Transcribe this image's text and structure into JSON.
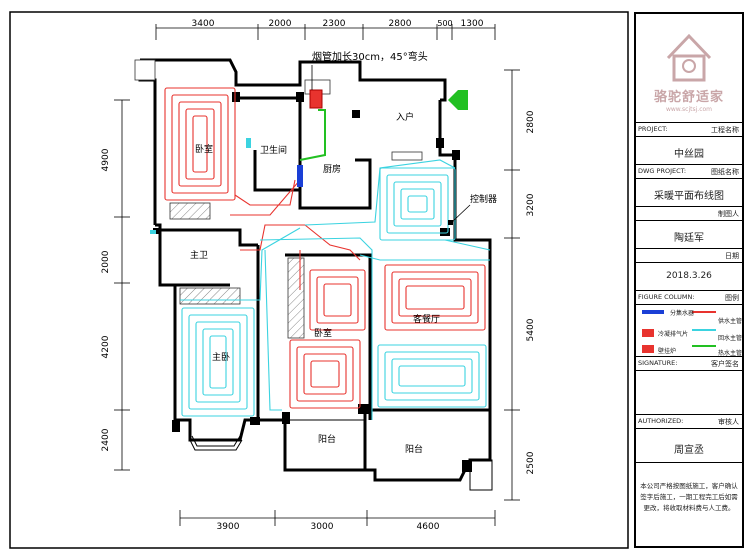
{
  "plan": {
    "dims_top": [
      "3400",
      "2000",
      "2300",
      "2800",
      "500",
      "1300"
    ],
    "dims_bottom": [
      "3900",
      "3000",
      "4600"
    ],
    "dims_left": [
      "4900",
      "2000",
      "4200",
      "2400"
    ],
    "dims_right": [
      "2800",
      "3200",
      "5400",
      "2500"
    ],
    "annotation_pipe": "烟管加长30cm，45°弯头",
    "rooms": {
      "bedroom": "卧室",
      "bathroom": "卫生间",
      "kitchen": "厨房",
      "entrance": "入户",
      "controller": "控制器",
      "master_bath": "主卫",
      "master_bedroom": "主卧",
      "study": "卧室",
      "living": "客餐厅",
      "balcony_left": "阳台",
      "balcony_right": "阳台"
    }
  },
  "title_block": {
    "logo_text": "骆驼舒适家",
    "logo_url": "www.scjtsj.com",
    "project_label": "PROJECT:",
    "project_label_cn": "工程名称",
    "project_value": "中丝园",
    "dwg_label": "DWG PROJECT:",
    "dwg_label_cn": "图纸名称",
    "dwg_value": "采暖平面布线图",
    "drawn_label_cn": "制图人",
    "drawn_value": "陶廷军",
    "date_label_cn": "日期",
    "date_value": "2018.3.26",
    "figure_label": "FIGURE COLUMN:",
    "figure_label_cn": "图例",
    "legend": {
      "item1": "分集水器",
      "item2": "供水主管",
      "item3": "冷凝排气片",
      "item4": "回水主管",
      "item5": "壁挂炉",
      "item6": "热水主管"
    },
    "signature_label": "SIGNATURE:",
    "signature_label_cn": "客户签名",
    "authorized_label": "AUTHORIZED:",
    "authorized_label_cn": "审核人",
    "authorized_value": "周宣丞",
    "note": "本公司严格按图纸施工，客户确认签字后施工，一期工程完工后如需更改，将收取材料费与人工费。"
  },
  "colors": {
    "supply": "#e8332e",
    "return": "#3bd3e0",
    "hot_water": "#22c022",
    "manifold": "#1a3fd6",
    "wall": "#000000"
  }
}
